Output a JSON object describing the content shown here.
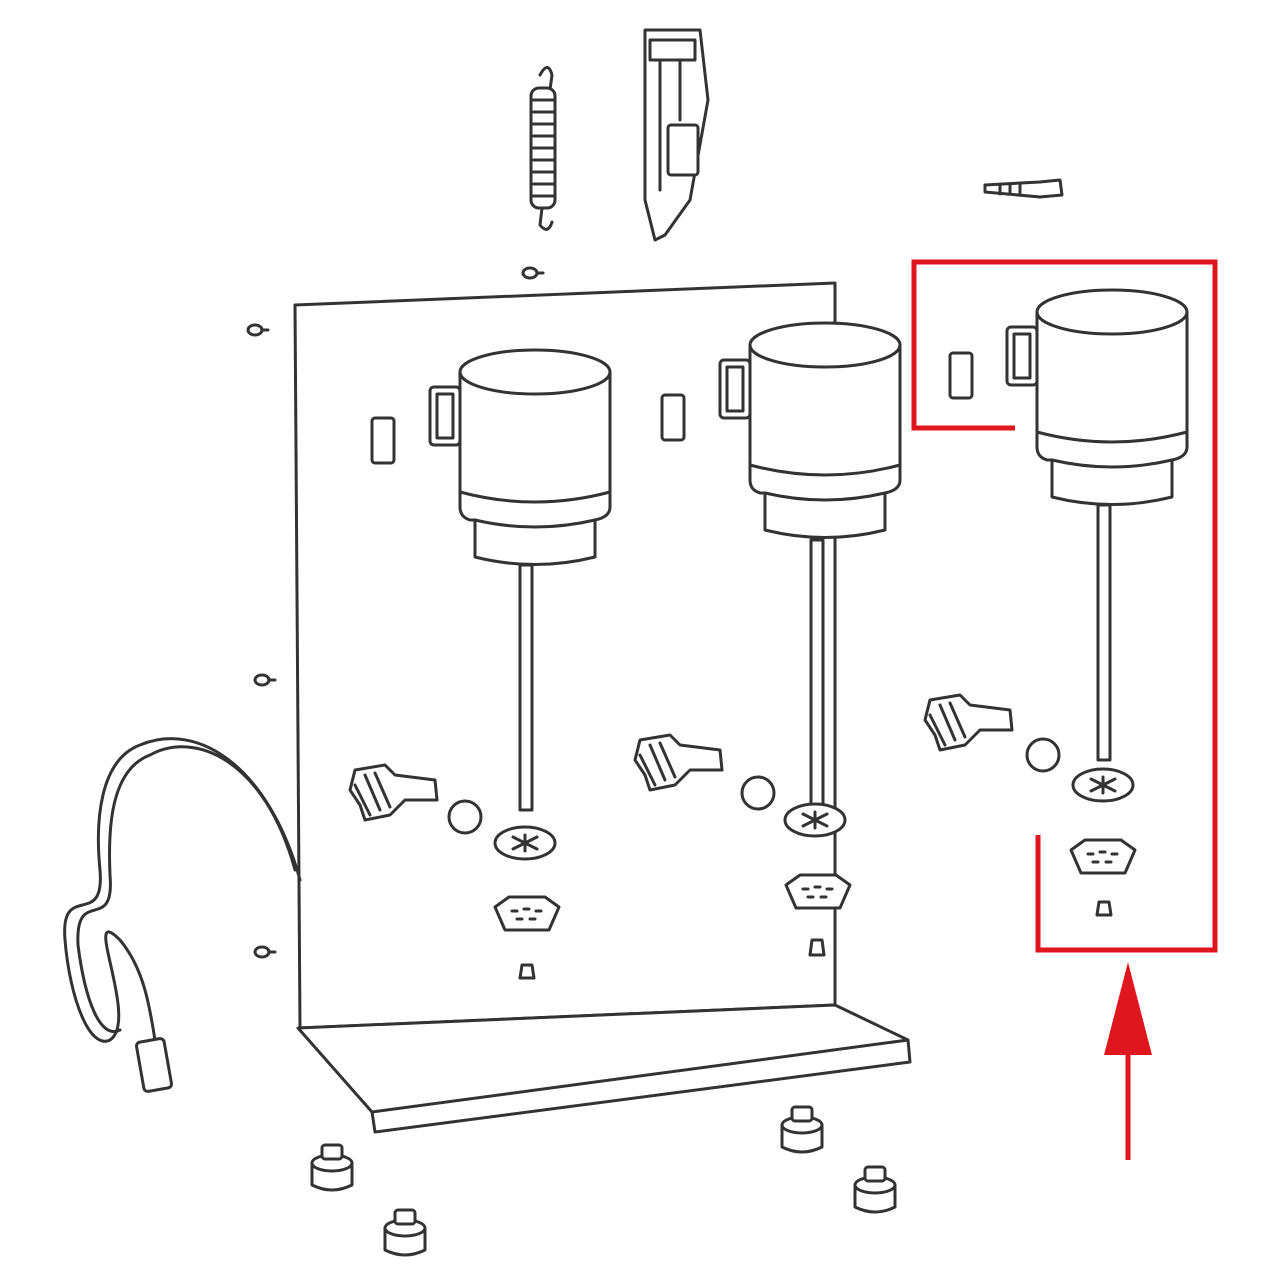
{
  "diagram": {
    "type": "exploded-parts-diagram",
    "highlight_color": "#e0161e",
    "line_color": "#333333",
    "background": "#ffffff",
    "spindle_count": 3,
    "highlighted_spindle": 3,
    "parts": [
      "spring",
      "switch-assembly",
      "plug",
      "back-panel",
      "base-plate",
      "motor",
      "shaft",
      "spindle-clip",
      "agitator-disc",
      "splash-guard",
      "screw",
      "foot",
      "power-cord"
    ]
  }
}
